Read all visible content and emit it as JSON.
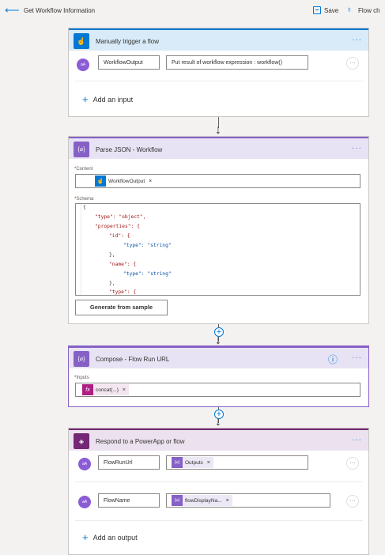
{
  "topbar": {
    "title": "Get Workflow Information",
    "save_label": "Save",
    "checker_label": "Flow ch"
  },
  "trigger": {
    "title": "Manually trigger a flow",
    "header_color": "#d9ebf8",
    "icon_color": "#0078d4",
    "input_row": {
      "avatar": "aA",
      "name": "WorkflowOutput",
      "value": "Put result of workflow expression : workflow()"
    },
    "add_input_label": "Add an input"
  },
  "parse": {
    "title": "Parse JSON - Workflow",
    "header_color": "#e8e3f4",
    "icon_color": "#8661c5",
    "icon_text": "{⌀}",
    "content_label": "Content",
    "content_token": "WorkflowOutput",
    "schema_label": "Schema",
    "schema_lines": [
      "{",
      "\"type\": \"object\",",
      "\"properties\": {",
      "\"id\": {",
      "\"type\": \"string\"",
      "},",
      "\"name\": {",
      "\"type\": \"string\"",
      "},",
      "\"type\": {"
    ],
    "generate_label": "Generate from sample"
  },
  "compose": {
    "title": "Compose - Flow Run URL",
    "header_color": "#e8e3f4",
    "icon_color": "#8661c5",
    "icon_text": "{⌀}",
    "inputs_label": "Inputs",
    "token_label": "concat(...)",
    "token_icon": "fx",
    "token_color": "#ad1f84",
    "info_icon": "ⓘ"
  },
  "respond": {
    "title": "Respond to a PowerApp or flow",
    "header_color": "#ece2ef",
    "icon_color": "#742774",
    "rows": [
      {
        "avatar": "aA",
        "name": "FlowRunUrl",
        "token": "Outputs"
      },
      {
        "avatar": "aA",
        "name": "FlowName",
        "token": "flowDisplayNa..."
      }
    ],
    "add_output_label": "Add an output"
  }
}
